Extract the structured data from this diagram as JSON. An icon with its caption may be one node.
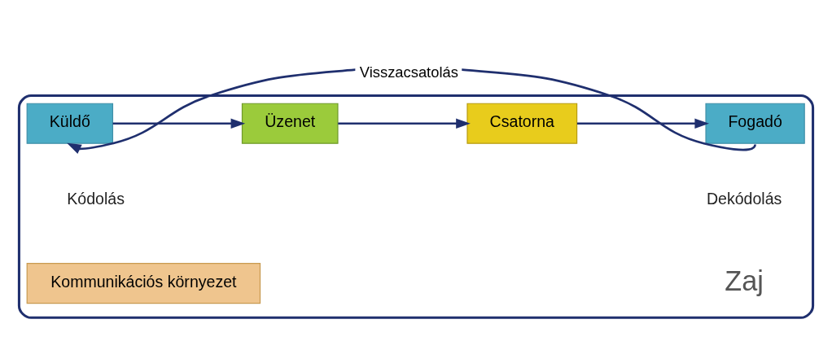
{
  "diagram": {
    "nodes": [
      {
        "text": [],
        "shape": "box"
      },
      {
        "text": [
          "Küldő"
        ],
        "in": 0
      },
      {
        "text": [
          "Üzenet"
        ],
        "in": 0
      },
      {
        "text": [
          "Csatorna"
        ],
        "in": 0
      },
      {
        "text": [
          "Fogadó"
        ],
        "in": 0
      },
      {
        "text": [
          "Kommunikációs környezet"
        ],
        "in": 0
      }
    ],
    "edges": [
      {
        "from": 1,
        "to": 2,
        "arrow": "to"
      },
      {
        "from": 2,
        "to": 3,
        "arrow": "to"
      },
      {
        "from": 3,
        "to": 4,
        "arrow": "to"
      },
      {
        "from": 4,
        "to": 1,
        "arrow": "to",
        "label": "Visszacsatolás"
      }
    ],
    "labels": [
      "Kódolás",
      "Dekódolás",
      "Zaj"
    ]
  }
}
